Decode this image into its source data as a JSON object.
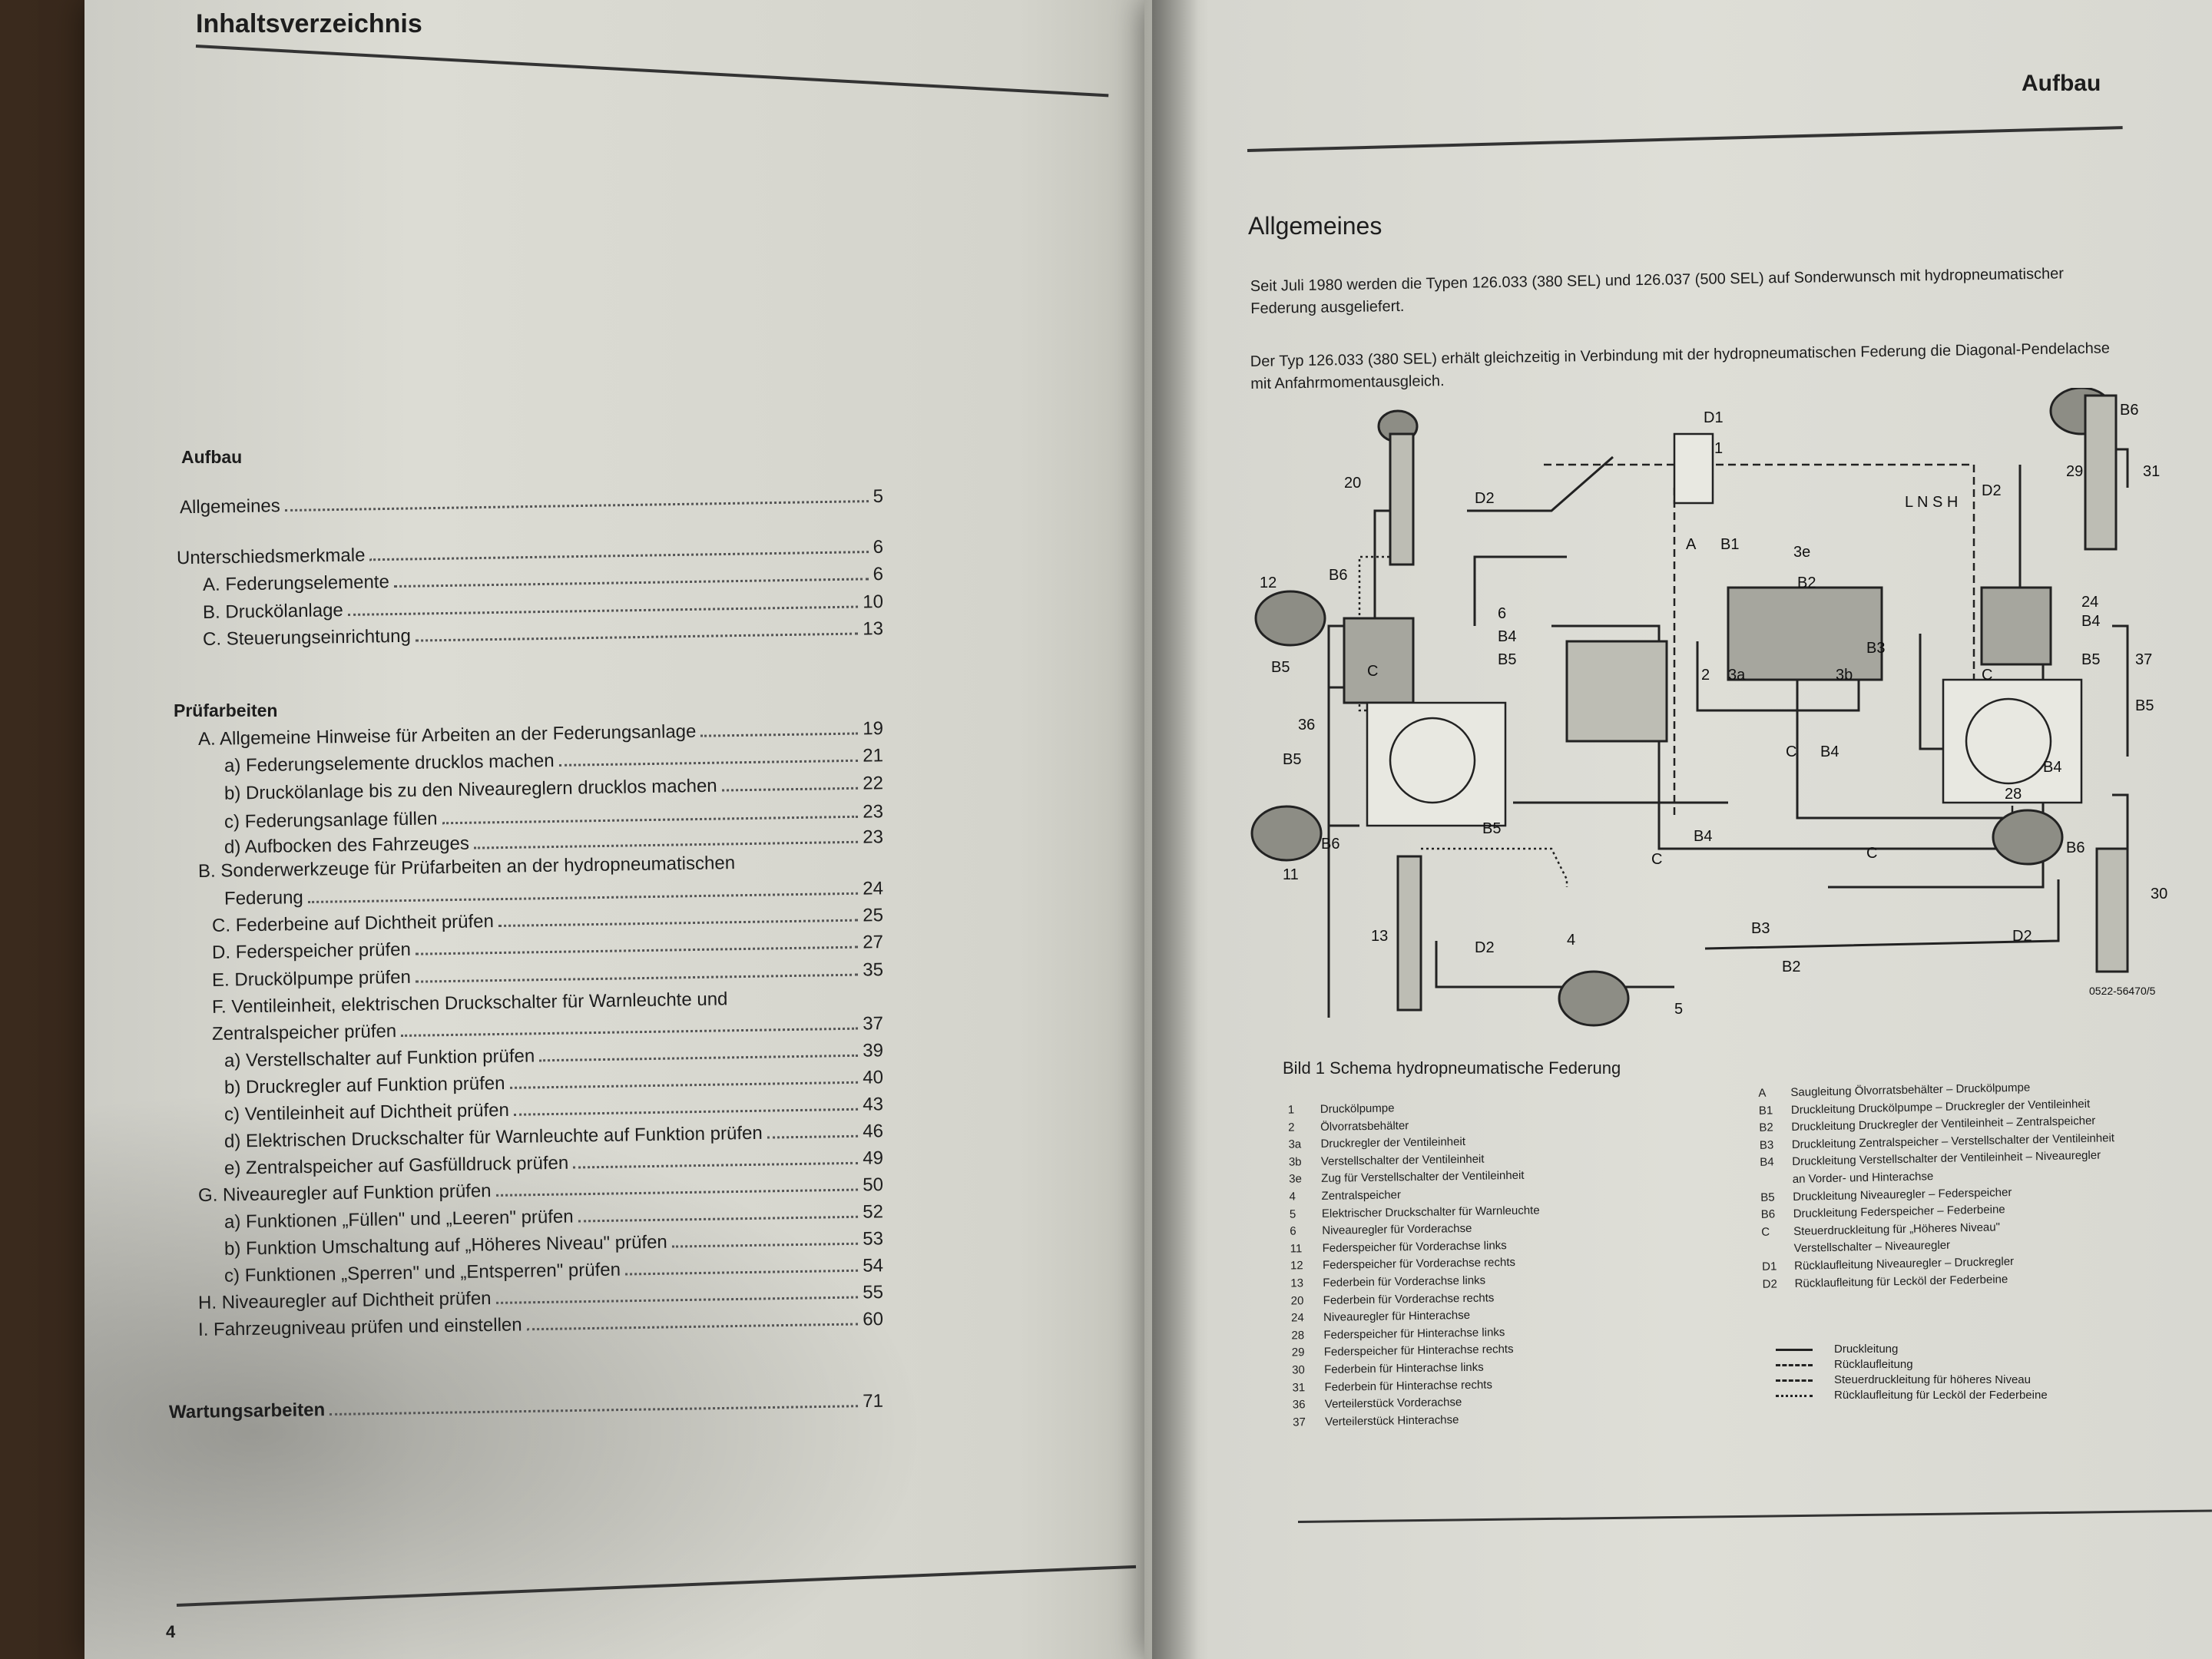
{
  "left_page": {
    "header": "Inhaltsverzeichnis",
    "page_number": "4",
    "sections": [
      {
        "title": "Aufbau"
      },
      {
        "title": "Prüfarbeiten"
      }
    ],
    "entries": [
      {
        "label": "Allgemeines",
        "page": "5"
      },
      {
        "label": "Unterschiedsmerkmale",
        "page": "6"
      },
      {
        "label": "A. Federungselemente",
        "page": "6"
      },
      {
        "label": "B. Druckölanlage",
        "page": "10"
      },
      {
        "label": "C. Steuerungseinrichtung",
        "page": "13"
      },
      {
        "label": "A. Allgemeine Hinweise für Arbeiten an der Federungsanlage",
        "page": "19"
      },
      {
        "label": "a) Federungselemente drucklos machen",
        "page": "21"
      },
      {
        "label": "b) Druckölanlage bis zu den Niveaureglern drucklos machen",
        "page": "22"
      },
      {
        "label": "c) Federungsanlage füllen",
        "page": "23"
      },
      {
        "label": "d) Aufbocken des Fahrzeuges",
        "page": "23"
      },
      {
        "label": "B. Sonderwerkzeuge für Prüfarbeiten an der hydropneumatischen",
        "page": ""
      },
      {
        "label": "Federung",
        "page": "24"
      },
      {
        "label": "C. Federbeine auf Dichtheit prüfen",
        "page": "25"
      },
      {
        "label": "D. Federspeicher prüfen",
        "page": "27"
      },
      {
        "label": "E. Druckölpumpe prüfen",
        "page": "35"
      },
      {
        "label": "F. Ventileinheit, elektrischen Druckschalter für Warnleuchte und",
        "page": ""
      },
      {
        "label": "Zentralspeicher prüfen",
        "page": "37"
      },
      {
        "label": "a) Verstellschalter auf Funktion prüfen",
        "page": "39"
      },
      {
        "label": "b) Druckregler auf Funktion prüfen",
        "page": "40"
      },
      {
        "label": "c) Ventileinheit auf Dichtheit prüfen",
        "page": "43"
      },
      {
        "label": "d) Elektrischen Druckschalter für Warnleuchte auf Funktion prüfen",
        "page": "46"
      },
      {
        "label": "e) Zentralspeicher auf Gasfülldruck prüfen",
        "page": "49"
      },
      {
        "label": "G. Niveauregler auf Funktion prüfen",
        "page": "50"
      },
      {
        "label": "a) Funktionen „Füllen\" und „Leeren\" prüfen",
        "page": "52"
      },
      {
        "label": "b) Funktion Umschaltung auf „Höheres Niveau\" prüfen",
        "page": "53"
      },
      {
        "label": "c) Funktionen „Sperren\" und „Entsperren\" prüfen",
        "page": "54"
      },
      {
        "label": "H. Niveauregler auf Dichtheit prüfen",
        "page": "55"
      },
      {
        "label": "I. Fahrzeugniveau prüfen und einstellen",
        "page": "60"
      },
      {
        "label": "Wartungsarbeiten",
        "page": "71"
      }
    ]
  },
  "right_page": {
    "header": "Aufbau",
    "title": "Allgemeines",
    "paragraphs": [
      "Seit Juli 1980 werden die Typen 126.033 (380 SEL) und 126.037 (500 SEL) auf Sonderwunsch mit hydropneumatischer Federung ausgeliefert.",
      "Der Typ 126.033 (380 SEL) erhält gleichzeitig in Verbindung mit der hydropneumatischen Federung die Diagonal-Pendelachse mit Anfahrmomentausgleich."
    ],
    "caption": "Bild 1   Schema hydropneumatische Federung",
    "legend_numbers": [
      {
        "k": "1",
        "t": "Druckölpumpe"
      },
      {
        "k": "2",
        "t": "Ölvorratsbehälter"
      },
      {
        "k": "3a",
        "t": "Druckregler der Ventileinheit"
      },
      {
        "k": "3b",
        "t": "Verstellschalter der Ventileinheit"
      },
      {
        "k": "3e",
        "t": "Zug für Verstellschalter der Ventileinheit"
      },
      {
        "k": "4",
        "t": "Zentralspeicher"
      },
      {
        "k": "5",
        "t": "Elektrischer Druckschalter für Warnleuchte"
      },
      {
        "k": "6",
        "t": "Niveauregler für Vorderachse"
      },
      {
        "k": "11",
        "t": "Federspeicher für Vorderachse links"
      },
      {
        "k": "12",
        "t": "Federspeicher für Vorderachse rechts"
      },
      {
        "k": "13",
        "t": "Federbein für Vorderachse links"
      },
      {
        "k": "20",
        "t": "Federbein für Vorderachse rechts"
      },
      {
        "k": "24",
        "t": "Niveauregler für Hinterachse"
      },
      {
        "k": "28",
        "t": "Federspeicher für Hinterachse links"
      },
      {
        "k": "29",
        "t": "Federspeicher für Hinterachse rechts"
      },
      {
        "k": "30",
        "t": "Federbein für Hinterachse links"
      },
      {
        "k": "31",
        "t": "Federbein für Hinterachse rechts"
      },
      {
        "k": "36",
        "t": "Verteilerstück Vorderachse"
      },
      {
        "k": "37",
        "t": "Verteilerstück Hinterachse"
      }
    ],
    "legend_letters": [
      {
        "k": "A",
        "t": "Saugleitung Ölvorratsbehälter – Druckölpumpe"
      },
      {
        "k": "B1",
        "t": "Druckleitung Druckölpumpe – Druckregler der Ventileinheit"
      },
      {
        "k": "B2",
        "t": "Druckleitung Druckregler der Ventileinheit – Zentralspeicher"
      },
      {
        "k": "B3",
        "t": "Druckleitung Zentralspeicher – Verstellschalter der Ventileinheit"
      },
      {
        "k": "B4",
        "t": "Druckleitung Verstellschalter der Ventileinheit – Niveauregler"
      },
      {
        "k": "",
        "t": "an Vorder- und Hinterachse"
      },
      {
        "k": "B5",
        "t": "Druckleitung Niveauregler – Federspeicher"
      },
      {
        "k": "B6",
        "t": "Druckleitung Federspeicher – Federbeine"
      },
      {
        "k": "C",
        "t": "Steuerdruckleitung für „Höheres Niveau\""
      },
      {
        "k": "",
        "t": "Verstellschalter – Niveauregler"
      },
      {
        "k": "D1",
        "t": "Rücklaufleitung Niveauregler – Druckregler"
      },
      {
        "k": "D2",
        "t": "Rücklaufleitung für Lecköl der Federbeine"
      }
    ],
    "line_legend": [
      {
        "style": "solid",
        "t": "Druckleitung"
      },
      {
        "style": "dashdot",
        "t": "Rücklaufleitung"
      },
      {
        "style": "dash",
        "t": "Steuerdruckleitung für höheres Niveau"
      },
      {
        "style": "dotted",
        "t": "Rücklaufleitung für Lecköl der Federbeine"
      }
    ],
    "diagram_labels": {
      "d1_top": "D1",
      "d2_left": "D2",
      "d2_right": "D2",
      "d2_bl": "D2",
      "d2_br": "D2",
      "b6_tl": "B6",
      "b6_bl": "B6",
      "b6_tr": "B6",
      "b6_br": "B6",
      "b5_l1": "B5",
      "b5_l2": "B5",
      "b5_mid": "B5",
      "b5_r1": "B5",
      "b5_r2": "B5",
      "b5_bot": "B5",
      "b4_l": "B4",
      "b4_r": "B4",
      "b4_mid": "B4",
      "b4_bot": "B4",
      "b4_rb": "B4",
      "b3": "B3",
      "b3_bot": "B3",
      "b2": "B2",
      "b2_bot": "B2",
      "b1": "B1",
      "a": "A",
      "c_l": "C",
      "c_r": "C",
      "c_mid": "C",
      "c_bot": "C",
      "c_bot2": "C",
      "n1": "1",
      "n2": "2",
      "n3a": "3a",
      "n3b": "3b",
      "n3e": "3e",
      "n4": "4",
      "n5": "5",
      "n6": "6",
      "n11": "11",
      "n12": "12",
      "n13": "13",
      "n20": "20",
      "n24": "24",
      "n28": "28",
      "n29": "29",
      "n30": "30",
      "n31": "31",
      "n36": "36",
      "n37": "37",
      "nsh": "L N S H",
      "code": "0522-56470/5"
    }
  }
}
